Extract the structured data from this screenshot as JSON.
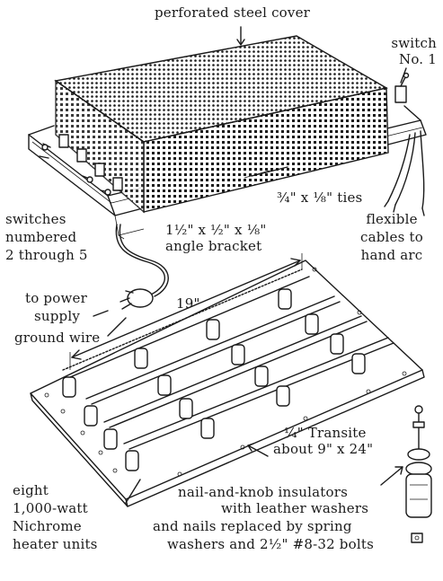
{
  "labels": {
    "cover": "perforated steel cover",
    "switch1_a": "switch",
    "switch1_b": "No. 1",
    "ties": "¾\" x ⅛\" ties",
    "switches_a": "switches",
    "switches_b": "numbered",
    "switches_c": "2 through 5",
    "bracket_a": "1½\" x ½\" x ⅛\"",
    "bracket_b": "angle bracket",
    "cables_a": "flexible",
    "cables_b": "cables to",
    "cables_c": "hand arc",
    "power_a": "to power",
    "power_b": "supply",
    "ground": "ground wire",
    "dim19": "19\"",
    "transite_a": "¼\" Transite",
    "transite_b": "about 9\" x 24\"",
    "eight_a": "eight",
    "eight_b": "1,000-watt",
    "eight_c": "Nichrome",
    "eight_d": "heater units",
    "nk_a": "nail-and-knob insulators",
    "nk_b": "with leather washers",
    "nk_c": "and nails replaced by spring",
    "nk_d": "washers and 2½\" #8-32 bolts"
  },
  "colors": {
    "ink": "#1a1a1a",
    "paper": "#ffffff"
  }
}
